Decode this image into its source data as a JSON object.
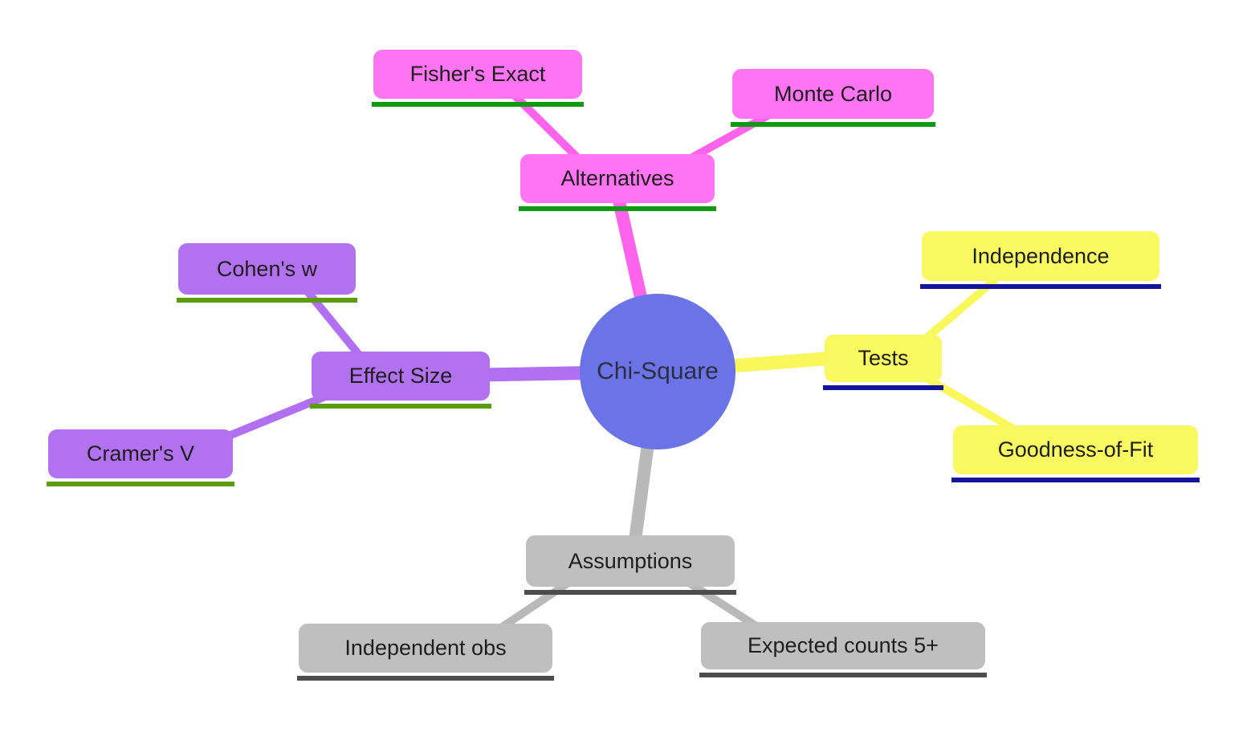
{
  "mindmap": {
    "center": {
      "label": "Chi-Square",
      "color": "#6b74e6"
    },
    "branches": [
      {
        "label": "Alternatives",
        "node_color": "#ff74f2",
        "line_color": "#ff63ec",
        "underline_color": "#119911",
        "children": [
          {
            "label": "Fisher's Exact"
          },
          {
            "label": "Monte Carlo"
          }
        ]
      },
      {
        "label": "Tests",
        "node_color": "#f8f860",
        "line_color": "#f8f85c",
        "underline_color": "#15159c",
        "children": [
          {
            "label": "Independence"
          },
          {
            "label": "Goodness-of-Fit"
          }
        ]
      },
      {
        "label": "Effect Size",
        "node_color": "#b272f0",
        "line_color": "#b16ff2",
        "underline_color": "#5c9c10",
        "children": [
          {
            "label": "Cohen's w"
          },
          {
            "label": "Cramer's V"
          }
        ]
      },
      {
        "label": "Assumptions",
        "node_color": "#bfbfbf",
        "line_color": "#b9b9b9",
        "underline_color": "#4d4d4d",
        "children": [
          {
            "label": "Independent obs"
          },
          {
            "label": "Expected counts 5+"
          }
        ]
      }
    ]
  }
}
